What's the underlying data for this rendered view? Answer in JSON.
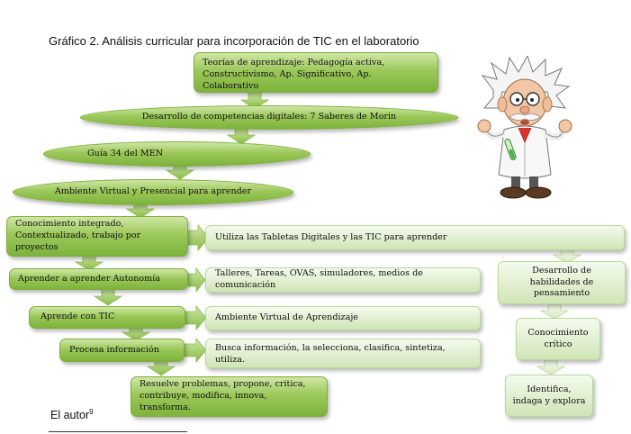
{
  "caption": "Gráfico 2.  Análisis curricular para incorporación de TIC en el laboratorio",
  "nodes": {
    "teorias": "Teorías de aprendizaje: Pedagogía activa, Constructivismo, Ap. Significativo, Ap. Colaborativo",
    "competencias": "Desarrollo de competencias digitales: 7 Saberes de Morin",
    "guia": "Guía 34 del MEN",
    "ambiente": "Ambiente Virtual y Presencial para aprender",
    "conocimiento_integrado": "Conocimiento integrado, Contextualizado, trabajo por proyectos",
    "tabletas": "Utiliza las Tabletas Digitales y las TIC para aprender",
    "autonomia": "Aprender a aprender Autonomía",
    "talleres": "Talleres, Tareas, OVAS, simuladores, medios de comunicación",
    "aprende_tic": "Aprende con TIC",
    "ava": "Ambiente Virtual de Aprendizaje",
    "procesa": "Procesa información",
    "busca": "Busca información, la selecciona, clasifica, sintetiza, utiliza.",
    "resuelve": "Resuelve problemas, propone, critica, contribuye, modifica, innova, transforma.",
    "habilidades": "Desarrollo de habilidades de pensamiento",
    "critico": "Conocimiento crítico",
    "identifica": "Identifica, indaga y explora"
  },
  "author": "El autor",
  "author_note": "9",
  "colors": {
    "green_dark": "#7db33c",
    "green_light": "#cfe7a6",
    "pale": "#e2f0d2"
  }
}
